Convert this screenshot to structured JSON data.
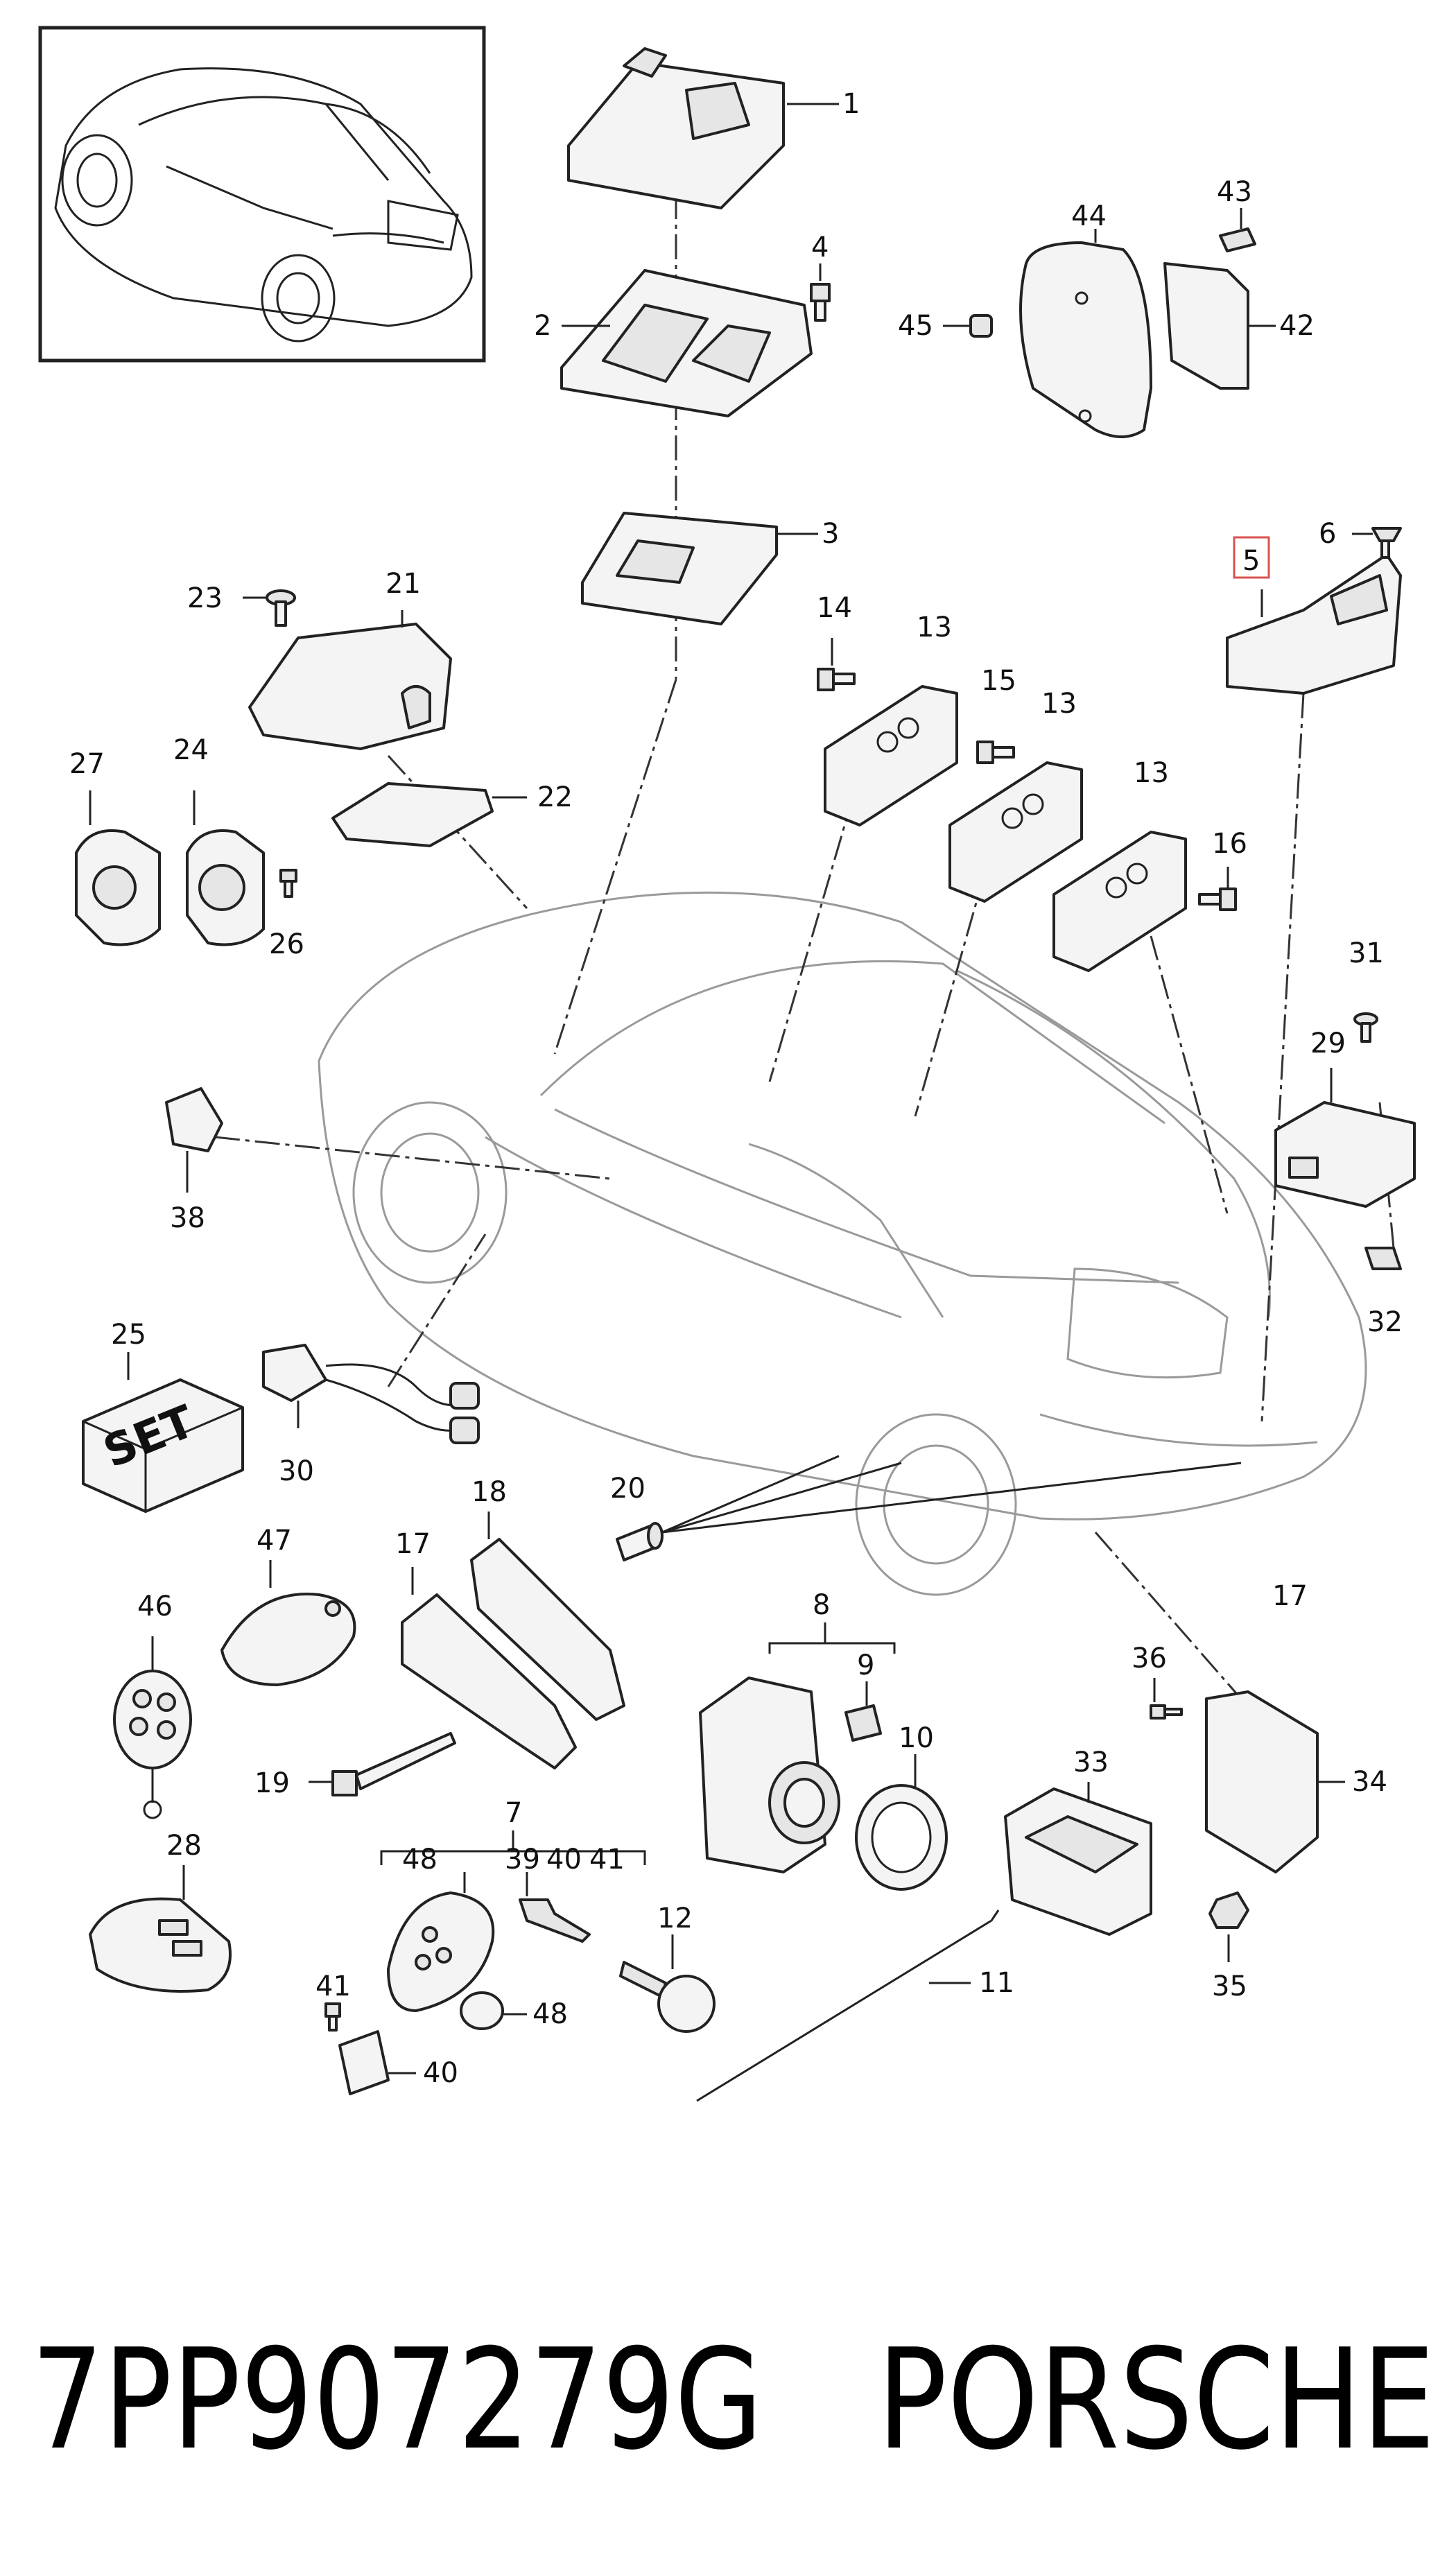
{
  "diagram": {
    "callouts": [
      {
        "id": "c1",
        "text": "1"
      },
      {
        "id": "c2",
        "text": "2"
      },
      {
        "id": "c3",
        "text": "3"
      },
      {
        "id": "c4",
        "text": "4"
      },
      {
        "id": "c5",
        "text": "5"
      },
      {
        "id": "c6",
        "text": "6"
      },
      {
        "id": "c7",
        "text": "7"
      },
      {
        "id": "c8",
        "text": "8"
      },
      {
        "id": "c9",
        "text": "9"
      },
      {
        "id": "c10",
        "text": "10"
      },
      {
        "id": "c11",
        "text": "11"
      },
      {
        "id": "c12",
        "text": "12"
      },
      {
        "id": "c13a",
        "text": "13"
      },
      {
        "id": "c13b",
        "text": "13"
      },
      {
        "id": "c13c",
        "text": "13"
      },
      {
        "id": "c14",
        "text": "14"
      },
      {
        "id": "c15",
        "text": "15"
      },
      {
        "id": "c16",
        "text": "16"
      },
      {
        "id": "c17a",
        "text": "17"
      },
      {
        "id": "c17b",
        "text": "17"
      },
      {
        "id": "c18",
        "text": "18"
      },
      {
        "id": "c19",
        "text": "19"
      },
      {
        "id": "c20",
        "text": "20"
      },
      {
        "id": "c21",
        "text": "21"
      },
      {
        "id": "c22",
        "text": "22"
      },
      {
        "id": "c23",
        "text": "23"
      },
      {
        "id": "c24",
        "text": "24"
      },
      {
        "id": "c25",
        "text": "25"
      },
      {
        "id": "c26",
        "text": "26"
      },
      {
        "id": "c27",
        "text": "27"
      },
      {
        "id": "c28",
        "text": "28"
      },
      {
        "id": "c29",
        "text": "29"
      },
      {
        "id": "c30",
        "text": "30"
      },
      {
        "id": "c31",
        "text": "31"
      },
      {
        "id": "c32",
        "text": "32"
      },
      {
        "id": "c33",
        "text": "33"
      },
      {
        "id": "c34",
        "text": "34"
      },
      {
        "id": "c35",
        "text": "35"
      },
      {
        "id": "c36",
        "text": "36"
      },
      {
        "id": "c38",
        "text": "38"
      },
      {
        "id": "c39",
        "text": "39"
      },
      {
        "id": "c40a",
        "text": "40"
      },
      {
        "id": "c40b",
        "text": "40"
      },
      {
        "id": "c41a",
        "text": "41"
      },
      {
        "id": "c41b",
        "text": "41"
      },
      {
        "id": "c42",
        "text": "42"
      },
      {
        "id": "c43",
        "text": "43"
      },
      {
        "id": "c44",
        "text": "44"
      },
      {
        "id": "c45",
        "text": "45"
      },
      {
        "id": "c46",
        "text": "46"
      },
      {
        "id": "c47",
        "text": "47"
      },
      {
        "id": "c48a",
        "text": "48"
      },
      {
        "id": "c48b",
        "text": "48"
      }
    ],
    "highlighted_callout": "c5",
    "highlight_color": "#d9534f",
    "set_box_text": "SET"
  },
  "caption": {
    "part_number": "7PP907279G",
    "brand": "PORSCHE"
  }
}
